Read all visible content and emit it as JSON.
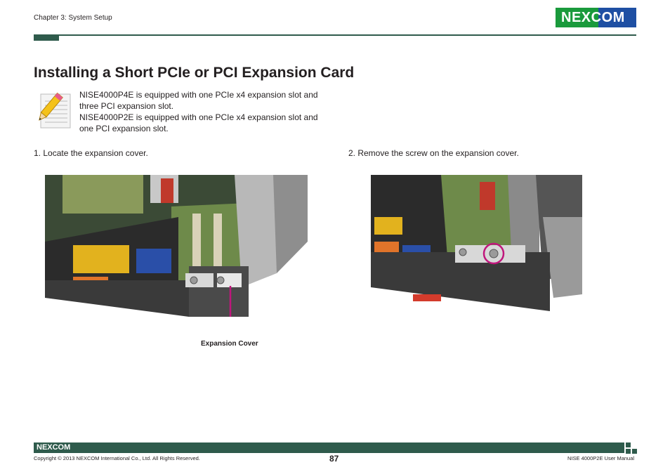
{
  "header": {
    "chapter": "Chapter 3: System Setup",
    "logo_text": "NEXCOM",
    "colors": {
      "logo_green": "#1a9a3c",
      "logo_blue": "#1e4fa3",
      "rule": "#2f5b4c"
    }
  },
  "title": "Installing a Short PCIe or PCI Expansion Card",
  "note": {
    "icon": "note-pencil-icon",
    "lines": [
      "NISE4000P4E is equipped with one PCIe x4 expansion slot and",
      "three PCI expansion slot.",
      "NISE4000P2E is equipped with one PCIe x4 expansion slot and",
      "one PCI expansion slot."
    ]
  },
  "steps": [
    {
      "text": "1. Locate the expansion cover.",
      "callout": "Expansion Cover",
      "callout_color": "#c0167c"
    },
    {
      "text": "2. Remove the screw on the expansion cover.",
      "highlight_color": "#c0167c"
    }
  ],
  "footer": {
    "logo_text": "NEXCOM",
    "copyright": "Copyright © 2013 NEXCOM International Co., Ltd. All Rights Reserved.",
    "page_number": "87",
    "manual": "NISE 4000P2E User Manual"
  }
}
